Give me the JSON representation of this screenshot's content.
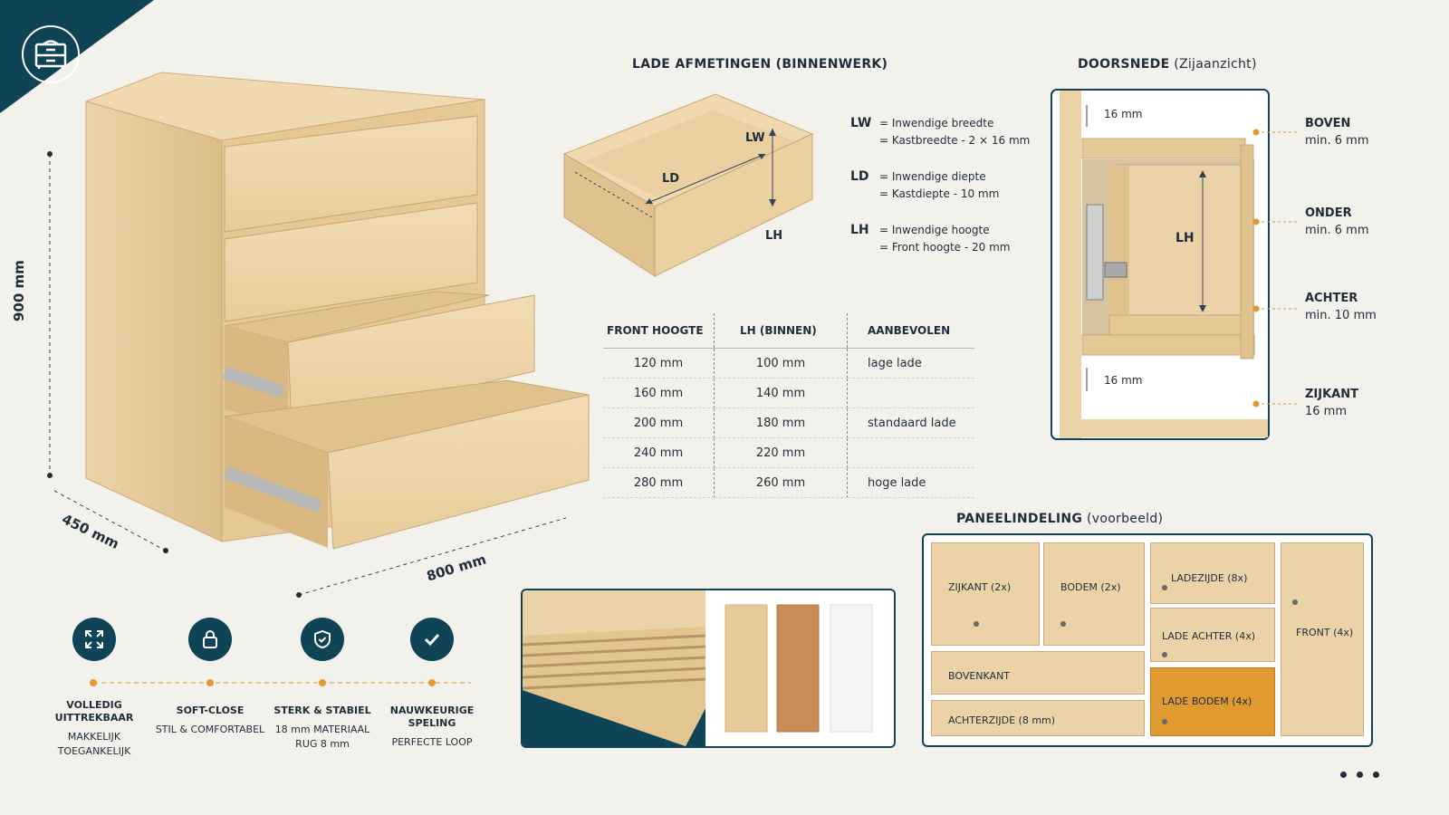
{
  "cabinet": {
    "height": "900 mm",
    "depth": "450 mm",
    "width": "800 mm"
  },
  "drawer_dims": {
    "title": "LADE AFMETINGEN (BINNENWERK)",
    "labels": {
      "lw": "LW",
      "ld": "LD",
      "lh": "LH"
    },
    "formulas": [
      {
        "key": "LW",
        "line1": "=  Inwendige breedte",
        "line2": "=  Kastbreedte - 2 × 16 mm"
      },
      {
        "key": "LD",
        "line1": "=  Inwendige diepte",
        "line2": "=  Kastdiepte - 10 mm"
      },
      {
        "key": "LH",
        "line1": "=  Inwendige hoogte",
        "line2": "=  Front hoogte - 20 mm"
      }
    ]
  },
  "table": {
    "headers": [
      "FRONT HOOGTE",
      "LH (BINNEN)",
      "AANBEVOLEN"
    ],
    "rows": [
      [
        "120 mm",
        "100 mm",
        "lage lade"
      ],
      [
        "160 mm",
        "140 mm",
        ""
      ],
      [
        "200 mm",
        "180 mm",
        "standaard lade"
      ],
      [
        "240 mm",
        "220 mm",
        ""
      ],
      [
        "280 mm",
        "260 mm",
        "hoge lade"
      ]
    ]
  },
  "section": {
    "title_bold": "DOORSNEDE",
    "title_rest": " (Zijaanzicht)",
    "top_dim": "16 mm",
    "bottom_dim": "16 mm",
    "lh": "LH",
    "labels": [
      {
        "name": "BOVEN",
        "value": "min. 6 mm"
      },
      {
        "name": "ONDER",
        "value": "min. 6 mm"
      },
      {
        "name": "ACHTER",
        "value": "min. 10 mm"
      },
      {
        "name": "ZIJKANT",
        "value": "16 mm"
      }
    ]
  },
  "panels": {
    "title_bold": "PANEELINDELING",
    "title_rest": " (voorbeeld)",
    "items": [
      "ZIJKANT (2x)",
      "BODEM (2x)",
      "LADEZIJDE (8x)",
      "LADE ACHTER (4x)",
      "FRONT (4x)",
      "BOVENKANT",
      "ACHTERZIJDE (8 mm)",
      "LADE BODEM (4x)"
    ]
  },
  "features": [
    {
      "icon": "expand-icon",
      "title": "VOLLEDIG UITTREKBAAR",
      "sub": "MAKKELIJK TOEGANKELIJK"
    },
    {
      "icon": "lock-icon",
      "title": "SOFT-CLOSE",
      "sub": "STIL & COMFORTABEL"
    },
    {
      "icon": "shield-check-icon",
      "title": "STERK & STABIEL",
      "sub": "18 mm MATERIAAL RUG 8 mm"
    },
    {
      "icon": "check-icon",
      "title": "NAUWKEURIGE SPELING",
      "sub": "PERFECTE LOOP"
    }
  ],
  "colors": {
    "accent": "#0f4457",
    "highlight": "#e09a30",
    "wood": "#ecd3a7"
  }
}
